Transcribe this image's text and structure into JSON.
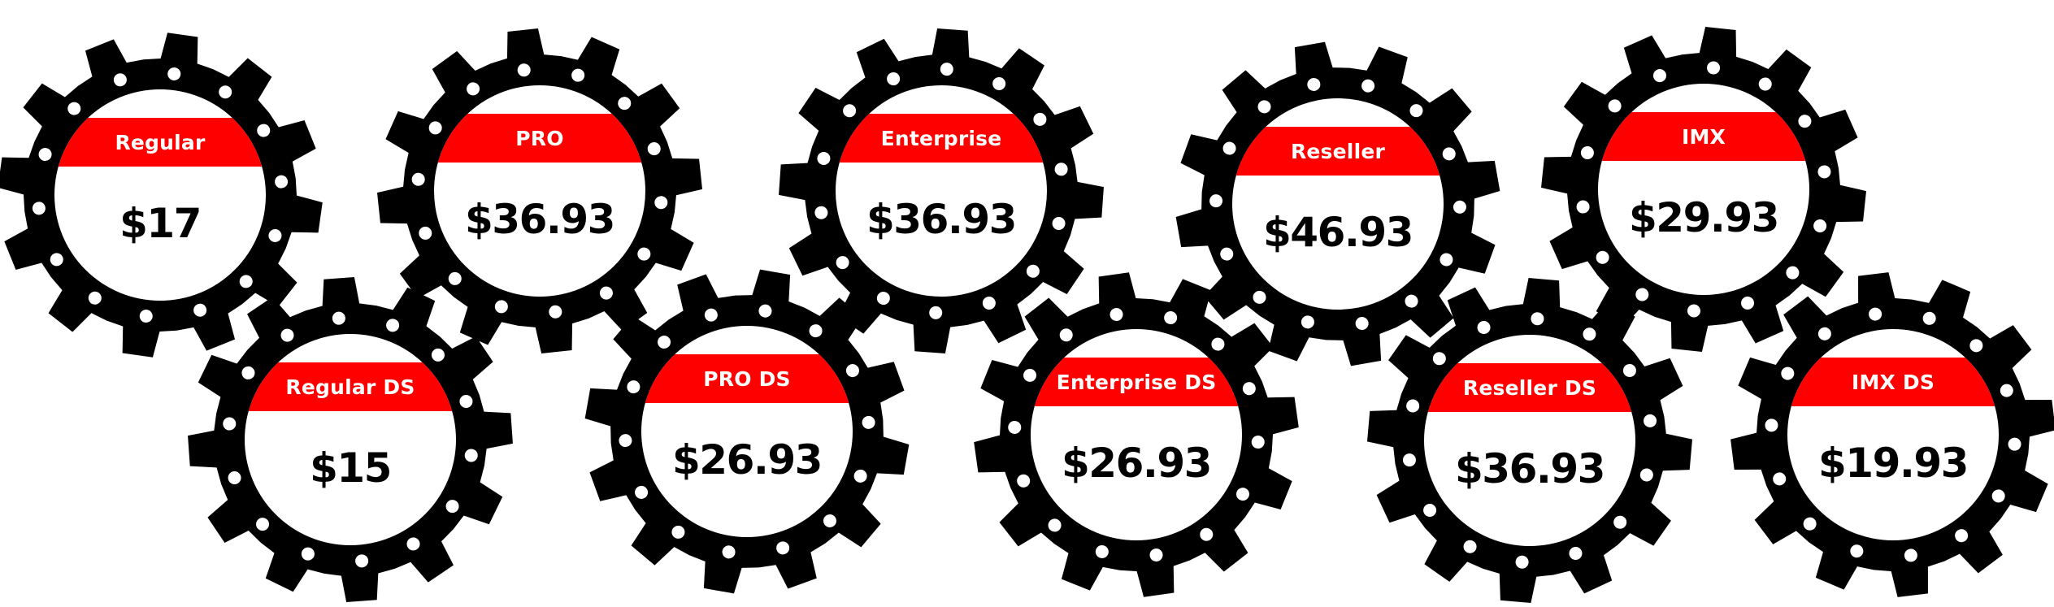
{
  "colors": {
    "gear": "#000000",
    "banner": "#ff0000",
    "face": "#ffffff",
    "banner_text": "#ffffff",
    "price_text": "#000000"
  },
  "icons": {
    "gear": "gear-icon"
  },
  "plans": [
    {
      "name": "Regular",
      "price": "$17"
    },
    {
      "name": "PRO",
      "price": "$36.93"
    },
    {
      "name": "Enterprise",
      "price": "$36.93"
    },
    {
      "name": "Reseller",
      "price": "$46.93"
    },
    {
      "name": "IMX",
      "price": "$29.93"
    },
    {
      "name": "Regular DS",
      "price": "$15"
    },
    {
      "name": "PRO DS",
      "price": "$26.93"
    },
    {
      "name": "Enterprise DS",
      "price": "$26.93"
    },
    {
      "name": "Reseller DS",
      "price": "$36.93"
    },
    {
      "name": "IMX DS",
      "price": "$19.93"
    }
  ]
}
